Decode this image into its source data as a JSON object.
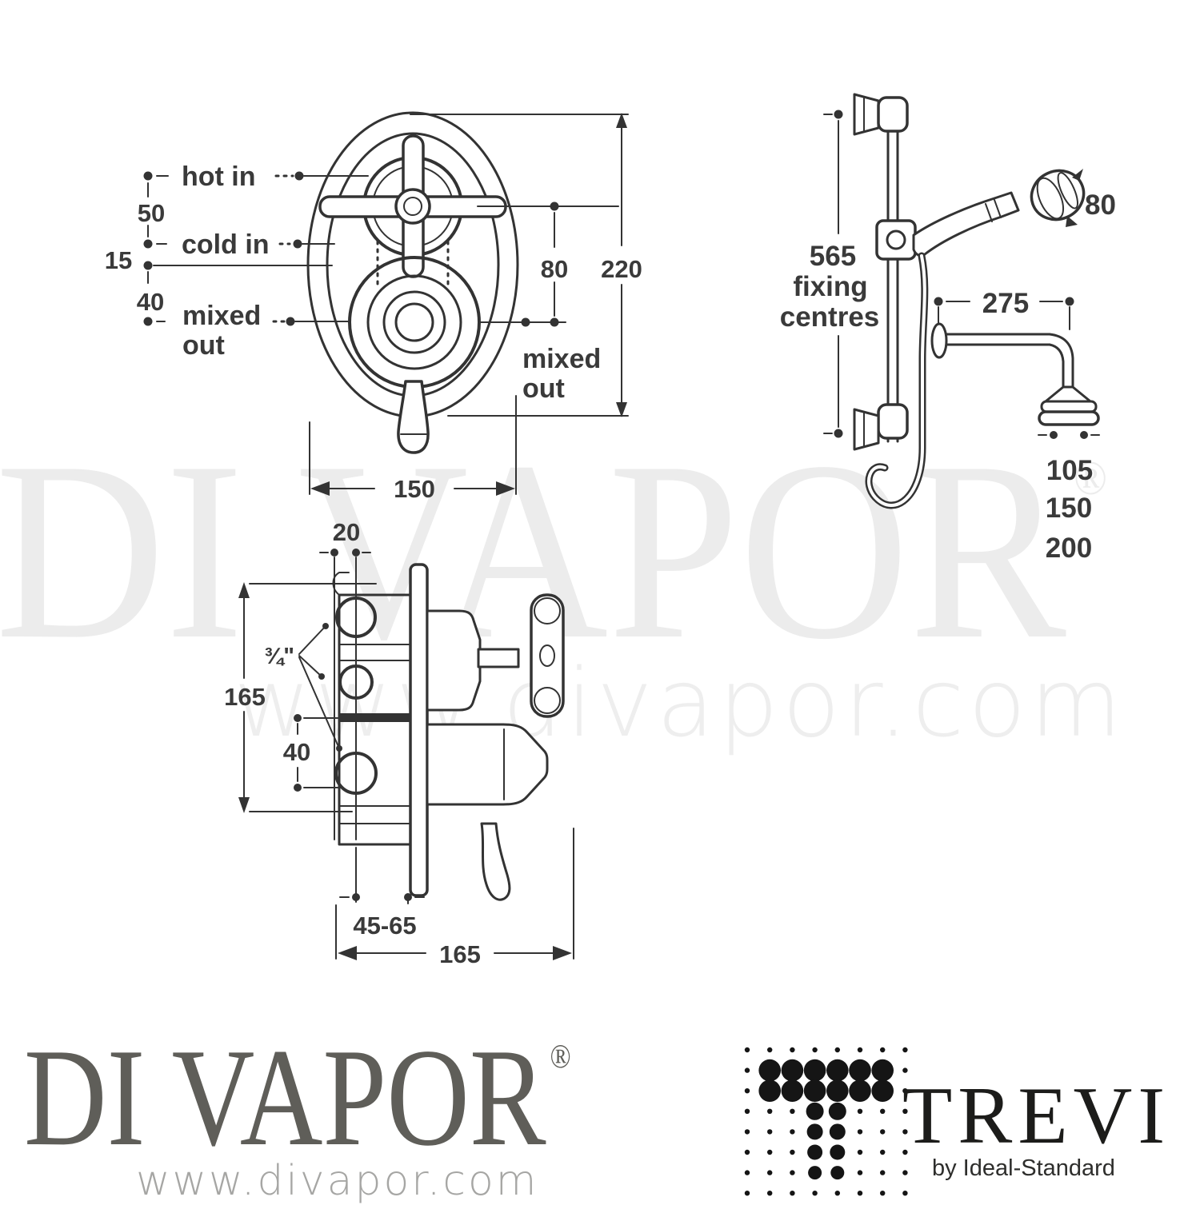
{
  "watermark": {
    "brand": "DI VAPOR",
    "reg": "®",
    "url": "www.divapor.com"
  },
  "front_view": {
    "hot_in": "hot in",
    "cold_in": "cold in",
    "mixed_left_1": "mixed",
    "mixed_left_2": "out",
    "mixed_right_1": "mixed",
    "mixed_right_2": "out",
    "dim_50": "50",
    "dim_15": "15",
    "dim_40": "40",
    "dim_80": "80",
    "dim_220": "220",
    "dim_150": "150"
  },
  "side_view": {
    "dim_20": "20",
    "dim_bore": "¾\"",
    "dim_165_vertical": "165",
    "dim_40": "40",
    "dim_45_65": "45-65",
    "dim_165_bottom": "165"
  },
  "rail_view": {
    "dim_565": "565",
    "fixing_word": "fixing",
    "centres_word": "centres",
    "dim_80": "80",
    "dim_275": "275",
    "dim_105": "105",
    "dim_150": "150",
    "dim_200": "200"
  },
  "footer": {
    "divapor": {
      "name": "DI VAPOR",
      "reg": "®",
      "url": "www.divapor.com"
    },
    "trevi": {
      "name": "TREVI",
      "byline": "by Ideal-Standard",
      "dot_matrix": [
        [
          3.2,
          3.2,
          3.2,
          3.2,
          3.2,
          3.2,
          3.2,
          3.2
        ],
        [
          3.2,
          13.8,
          13.8,
          13.8,
          13.8,
          13.8,
          13.8,
          3.2
        ],
        [
          3.2,
          13.8,
          13.8,
          13.8,
          13.8,
          13.8,
          13.8,
          3.2
        ],
        [
          3.2,
          3.2,
          3.2,
          11,
          11,
          3.2,
          3.2,
          3.2
        ],
        [
          3.2,
          3.2,
          3.2,
          10,
          10,
          3.2,
          3.2,
          3.2
        ],
        [
          3.2,
          3.2,
          3.2,
          9.5,
          9.5,
          3.2,
          3.2,
          3.2
        ],
        [
          3.2,
          3.2,
          3.2,
          8.5,
          8.5,
          3.2,
          3.2,
          3.2
        ],
        [
          3.2,
          3.2,
          3.2,
          3.2,
          3.2,
          3.2,
          3.2,
          3.2
        ]
      ]
    }
  },
  "colors": {
    "ink": "#333333",
    "watermark": "#ececec",
    "logo_gray": "#5f5e59",
    "trevi_black": "#1c1c1a"
  }
}
